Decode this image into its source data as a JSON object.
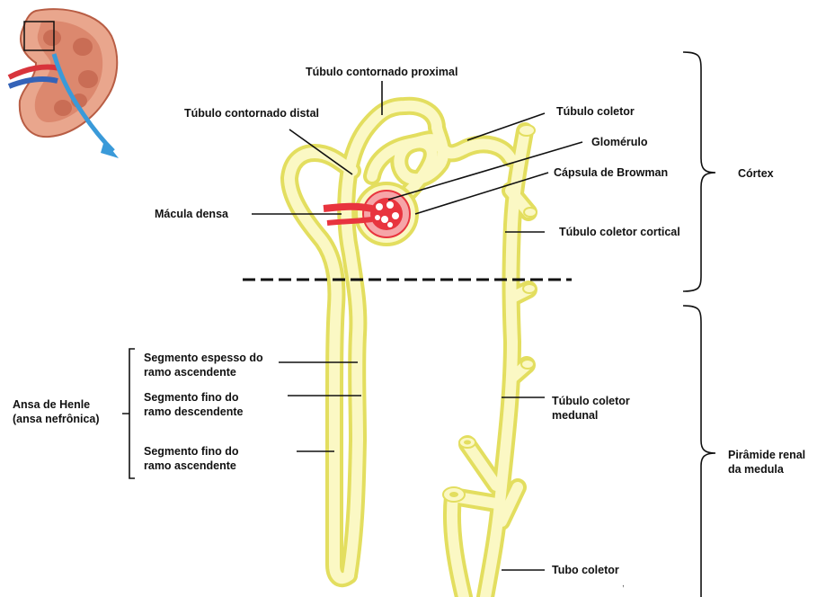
{
  "labels": {
    "tubulo_contornado_proximal": "Túbulo contornado proximal",
    "tubulo_contornado_distal": "Túbulo contornado distal",
    "tubulo_coletor": "Túbulo coletor",
    "glomerulo": "Glomérulo",
    "capsula_de_browman": "Cápsula de Browman",
    "macula_densa": "Mácula densa",
    "tubulo_coletor_cortical": "Túbulo coletor cortical",
    "cortex": "Córtex",
    "segmento_espesso_l1": "Segmento espesso  do",
    "segmento_espesso_l2": "ramo ascendente",
    "segmento_fino_desc_l1": "Segmento fino do",
    "segmento_fino_desc_l2": "ramo descendente",
    "segmento_fino_asc_l1": "Segmento fino do",
    "segmento_fino_asc_l2": "ramo ascendente",
    "ansa_de_henle_l1": "Ansa de Henle",
    "ansa_de_henle_l2": "(ansa nefrônica)",
    "tubulo_coletor_medunal_l1": "Túbulo coletor",
    "tubulo_coletor_medunal_l2": "medunal",
    "piramide_renal_l1": "Pirâmide renal",
    "piramide_renal_l2": "da medula",
    "tubo_coletor": "Tubo coletor"
  },
  "colors": {
    "tubule_outline": "#e3de5f",
    "tubule_fill": "#fbf8c4",
    "vessel_red": "#e8343e",
    "capsule_pink": "#f6a5a8",
    "kidney_brown": "#c9745a",
    "arrow_blue": "#3a9ad9"
  }
}
